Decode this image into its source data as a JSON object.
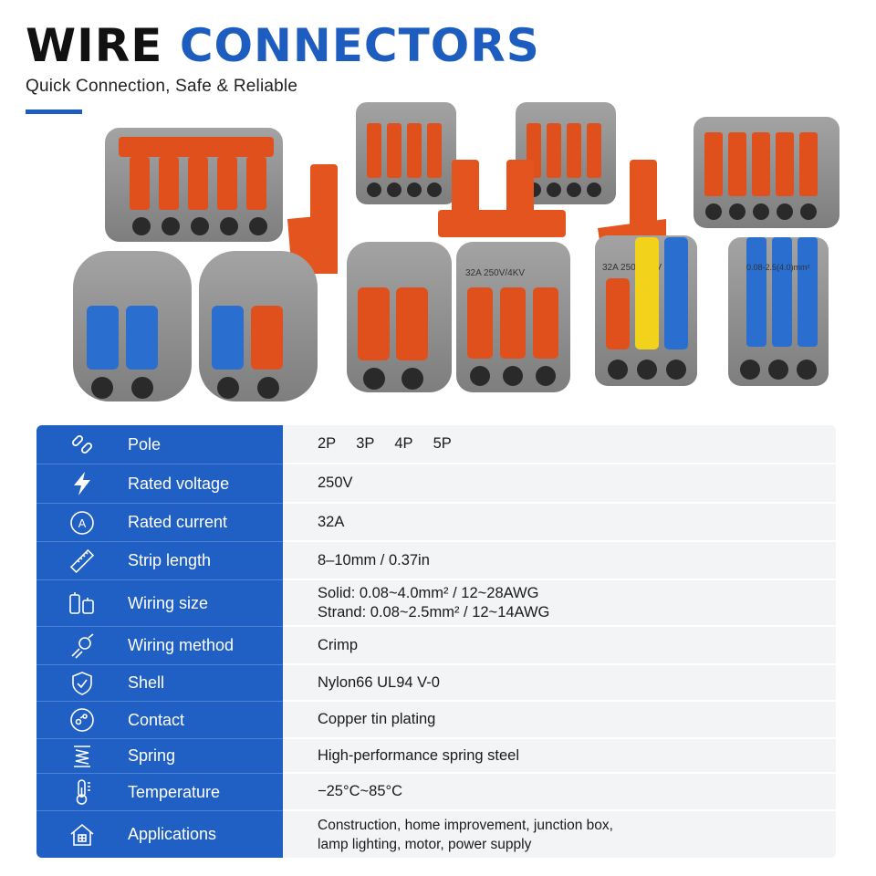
{
  "header": {
    "title_word1": "WIRE",
    "title_word2": "CONNECTORS",
    "subtitle": "Quick Connection, Safe & Reliable"
  },
  "photo": {
    "labels": [
      "32A 250V/4KV",
      "32A 250V/4KV",
      "0.08-2.5(4.0)mm²"
    ]
  },
  "colors": {
    "brand_blue": "#1d5dbf",
    "panel_blue": "#2060c4",
    "housing_gray": "#8a8a8a",
    "lever_orange": "#e0501c",
    "lever_blue": "#2a6fd0",
    "lever_yellow": "#f2d21a"
  },
  "specs": [
    {
      "icon": "link-icon",
      "label": "Pole",
      "values": [
        "2P",
        "3P",
        "4P",
        "5P"
      ]
    },
    {
      "icon": "lightning-icon",
      "label": "Rated voltage",
      "value": "250V"
    },
    {
      "icon": "ampere-icon",
      "label": "Rated current",
      "value": "32A"
    },
    {
      "icon": "ruler-icon",
      "label": "Strip length",
      "value": "8–10mm / 0.37in"
    },
    {
      "icon": "wire-size-icon",
      "label": "Wiring size",
      "value": "Solid: 0.08~4.0mm² / 12~28AWG",
      "value2": "Strand: 0.08~2.5mm² / 12~14AWG"
    },
    {
      "icon": "crimp-tool-icon",
      "label": "Wiring method",
      "value": "Crimp"
    },
    {
      "icon": "shield-check-icon",
      "label": "Shell",
      "value": "Nylon66 UL94 V-0"
    },
    {
      "icon": "contact-icon",
      "label": "Contact",
      "value": "Copper tin plating"
    },
    {
      "icon": "spring-icon",
      "label": "Spring",
      "value": "High-performance spring steel"
    },
    {
      "icon": "thermometer-icon",
      "label": "Temperature",
      "value": "−25°C~85°C"
    },
    {
      "icon": "house-icon",
      "label": "Applications",
      "value": "Construction, home improvement, junction box,",
      "value2": "lamp lighting, motor, power supply"
    }
  ]
}
